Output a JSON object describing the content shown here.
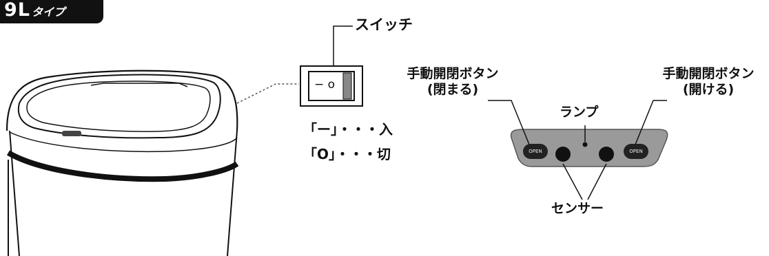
{
  "badge": {
    "size": "9L",
    "type_suffix": "タイプ"
  },
  "labels": {
    "switch": "スイッチ",
    "on": "「ー」・・・入",
    "off": "「O」・・・切",
    "switch_face": "− o",
    "manual_close_line1": "手動開閉ボタン",
    "manual_close_line2": "(閉まる)",
    "manual_open_line1": "手動開閉ボタン",
    "manual_open_line2": "(開ける)",
    "lamp": "ランプ",
    "sensor": "センサー",
    "button_text": "OPEN"
  },
  "colors": {
    "ink": "#111111",
    "panel": "#9a9a9a",
    "badge_bg": "#111111",
    "badge_fg": "#ffffff"
  }
}
